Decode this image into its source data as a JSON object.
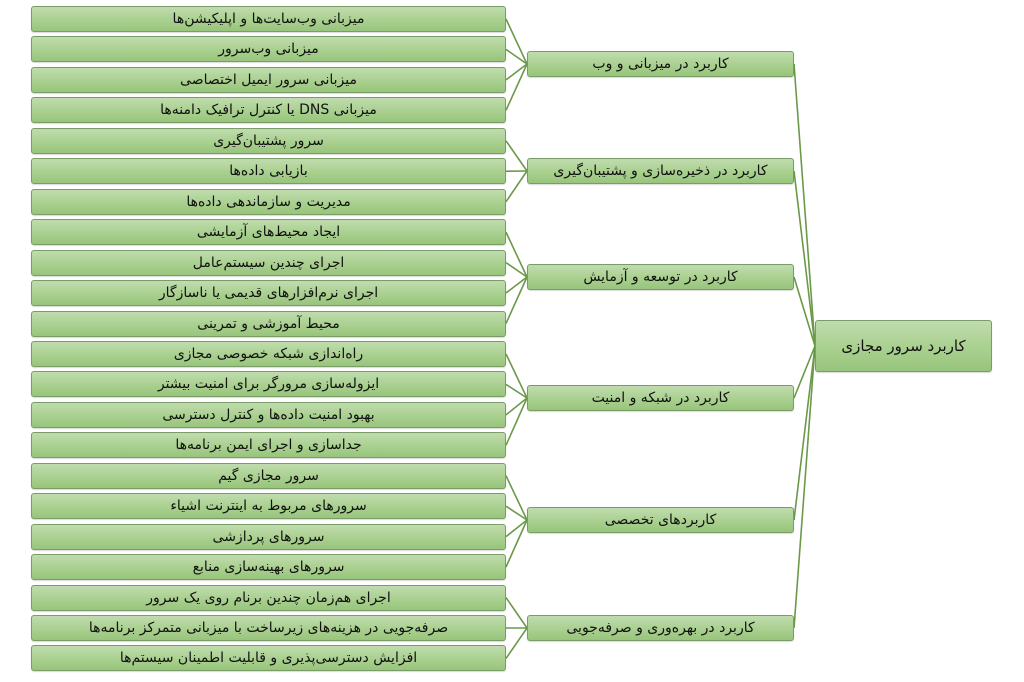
{
  "root": {
    "label": "کاربرد سرور مجازی"
  },
  "categories": [
    {
      "label": "کاربرد در میزبانی و وب",
      "items": [
        "میزبانی وب‌سایت‌ها و اپلیکیشن‌ها",
        "میزبانی وب‌سرور",
        "میزبانی سرور ایمیل اختصاصی",
        "میزبانی DNS یا کنترل ترافیک دامنه‌ها"
      ]
    },
    {
      "label": "کاربرد در ذخیره‌سازی و پشتیبان‌گیری",
      "items": [
        "سرور پشتیبان‌گیری",
        "بازیابی داده‌ها",
        "مدیریت و سازماندهی داده‌ها"
      ]
    },
    {
      "label": "کاربرد در توسعه و آزمایش",
      "items": [
        "ایجاد محیط‌های آزمایشی",
        "اجرای چندین سیستم‌عامل",
        "اجرای نرم‌افزارهای قدیمی یا ناسازگار",
        "محیط آموزشی و تمرینی"
      ]
    },
    {
      "label": "کاربرد در شبکه و امنیت",
      "items": [
        "راه‌اندازی شبکه خصوصی مجازی",
        "ایزوله‌سازی مرورگر برای امنیت بیشتر",
        "بهبود امنیت داده‌ها و کنترل دسترسی",
        "جداسازی و اجرای ایمن برنامه‌ها"
      ]
    },
    {
      "label": "کاربردهای تخصصی",
      "items": [
        "سرور مجازی گیم",
        "سرورهای مربوط به اینترنت اشیاء",
        "سرورهای پردازشی",
        "سرورهای بهینه‌سازی منابع"
      ]
    },
    {
      "label": "کاربرد در بهره‌وری و صرفه‌جویی",
      "items": [
        "اجرای هم‌زمان چندین برنام روی یک سرور",
        "صرفه‌جویی در هزینه‌های زیرساخت با میزبانی متمرکز برنامه‌ها",
        "افزایش دسترسی‌پذیری و قابلیت اطمینان سیستم‌ها"
      ]
    }
  ],
  "colors": {
    "line": "#6a9a48",
    "border": "#7a9c66",
    "fill": "#a9d08f"
  }
}
